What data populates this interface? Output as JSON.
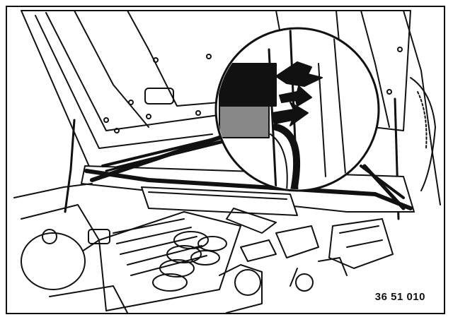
{
  "figure": {
    "reference_code": "36 51 010",
    "colors": {
      "ink": "#111111",
      "paper": "#ffffff",
      "shade": "#888888"
    },
    "elements": [
      "raised-hood",
      "cowl-panel",
      "engine-v12",
      "air-filter-box",
      "detail-magnifier-circle",
      "detail-arrows",
      "hood-strut"
    ]
  }
}
